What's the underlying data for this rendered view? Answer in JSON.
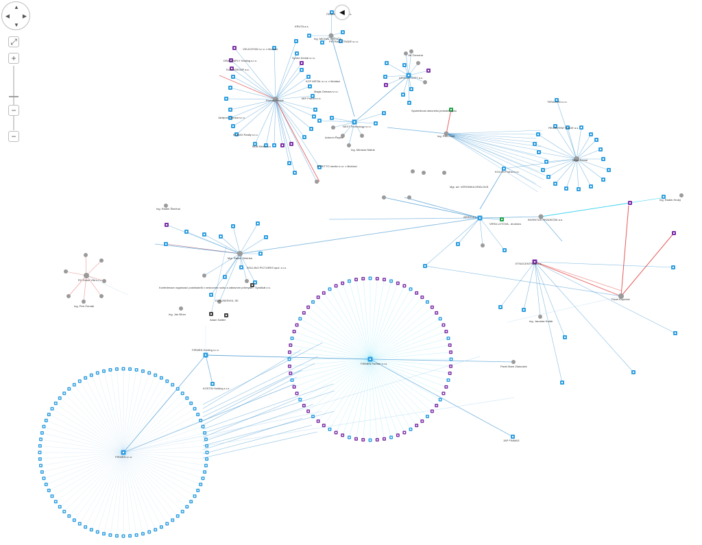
{
  "controls": {
    "pan_up_icon": "▲",
    "pan_down_icon": "▼",
    "pan_left_icon": "◀",
    "pan_right_icon": "▶",
    "fit_icon": "⤢",
    "zoom_in_icon": "+",
    "zoom_out_icon": "−",
    "panel_toggle_icon": "◀"
  },
  "colors": {
    "company": "#2e9ee0",
    "company_purple": "#7b2fa5",
    "person": "#9a9a9a",
    "edge_blue": "#1f83c9",
    "edge_cyan": "#2fd0f0",
    "edge_red": "#e03b3b",
    "edge_light": "#a9d3ef"
  },
  "hubs": [
    {
      "label": "Roman Pistole"
    },
    {
      "label": "NEXT Technology s.r.o."
    },
    {
      "label": "Ing. Petr Kolář"
    },
    {
      "label": "Milan Šámal"
    },
    {
      "label": "AERIS a.s."
    },
    {
      "label": "Mgr. Radek Zelenka"
    },
    {
      "label": "RC Dolce Vita s.r.o."
    },
    {
      "label": "ETNOCENTRUM a.s."
    },
    {
      "label": "Pavel Kopeček"
    },
    {
      "label": "FIRMEN Holding s.r.o."
    },
    {
      "label": "FIRMEN Partner s.r.o."
    },
    {
      "label": "FIRMEN s.r.o."
    }
  ],
  "labels": [
    {
      "text": "KRUTA a.s."
    },
    {
      "text": "ČESKÉ POSTA s.r.o."
    },
    {
      "text": "Ing. MICHAL KREJČA"
    },
    {
      "text": "PETRANT TRADE s.r.o."
    },
    {
      "text": "VELKOSTAV s.r.o. v likvidaci"
    },
    {
      "text": "DRAGONFLY Holding s.r.o."
    },
    {
      "text": "EUROGROUP a.s."
    },
    {
      "text": "Syntre Dental s.r.o."
    },
    {
      "text": "KCP METAL s.r.o. v likvidaci"
    },
    {
      "text": "Magis Ostrava s.r.o."
    },
    {
      "text": "MIP Praha s.r.o."
    },
    {
      "text": "Janlipod Ostrava s.r.o."
    },
    {
      "text": "BOMAX Realty s.r.o."
    },
    {
      "text": "Multi Media a.s."
    },
    {
      "text": "Antonín Řepka"
    },
    {
      "text": "Ing. Miroslav Matuš"
    },
    {
      "text": "STRETTO media s.r.o. v likvidaci"
    },
    {
      "text": "Roman Pistole"
    },
    {
      "text": "NEXT Technology s.r.o."
    },
    {
      "text": "APOLLO SOFT a.s."
    },
    {
      "text": "Jiří Černohá"
    },
    {
      "text": "Ing. Petr Kolář"
    },
    {
      "text": "Spolehlivost obecného jednotek spou"
    },
    {
      "text": "Milan Šámal"
    },
    {
      "text": "TERAGON s.r.o."
    },
    {
      "text": "PEGASTEM TRADE a.s."
    },
    {
      "text": "KOLON Praha s.r.o."
    },
    {
      "text": "Mgr. art. VERONIKA KRÁLOVÁ"
    },
    {
      "text": "AERIS a.s."
    },
    {
      "text": "VERA LOTOVA - družstvo"
    },
    {
      "text": "INVENTUS HRADEČÁK a.s."
    },
    {
      "text": "Ing. Radek Hrubý"
    },
    {
      "text": "Mgr. Radek Zelenka"
    },
    {
      "text": "ROLLING PICTURES spol. s.r.o."
    },
    {
      "text": "RC Dolce Vita s.r.o."
    },
    {
      "text": "Ing. Petr Černák"
    },
    {
      "text": "Konfederace organizací podnikatelů v cestovním ruchu a zábavním průmyslu - Syndikát z.s."
    },
    {
      "text": "EUROSERVIS, SE"
    },
    {
      "text": "ETNOCENTRUM a.s."
    },
    {
      "text": "Pavel Kopeček"
    },
    {
      "text": "Ing. Jaroslav Kuřák"
    },
    {
      "text": "FIRMEN Holding s.r.o."
    },
    {
      "text": "FIRMEN Partner s.r.o."
    },
    {
      "text": "FIRMEN s.r.o."
    },
    {
      "text": "Pavel Mare Zlatoušek"
    },
    {
      "text": "JAP FINMAS"
    },
    {
      "text": "KOSTIN Holding s.r.o."
    },
    {
      "text": "Ing. Radek Šimčhal"
    },
    {
      "text": "Ing. Jan Bříza"
    },
    {
      "text": "Adam Sattler"
    }
  ]
}
